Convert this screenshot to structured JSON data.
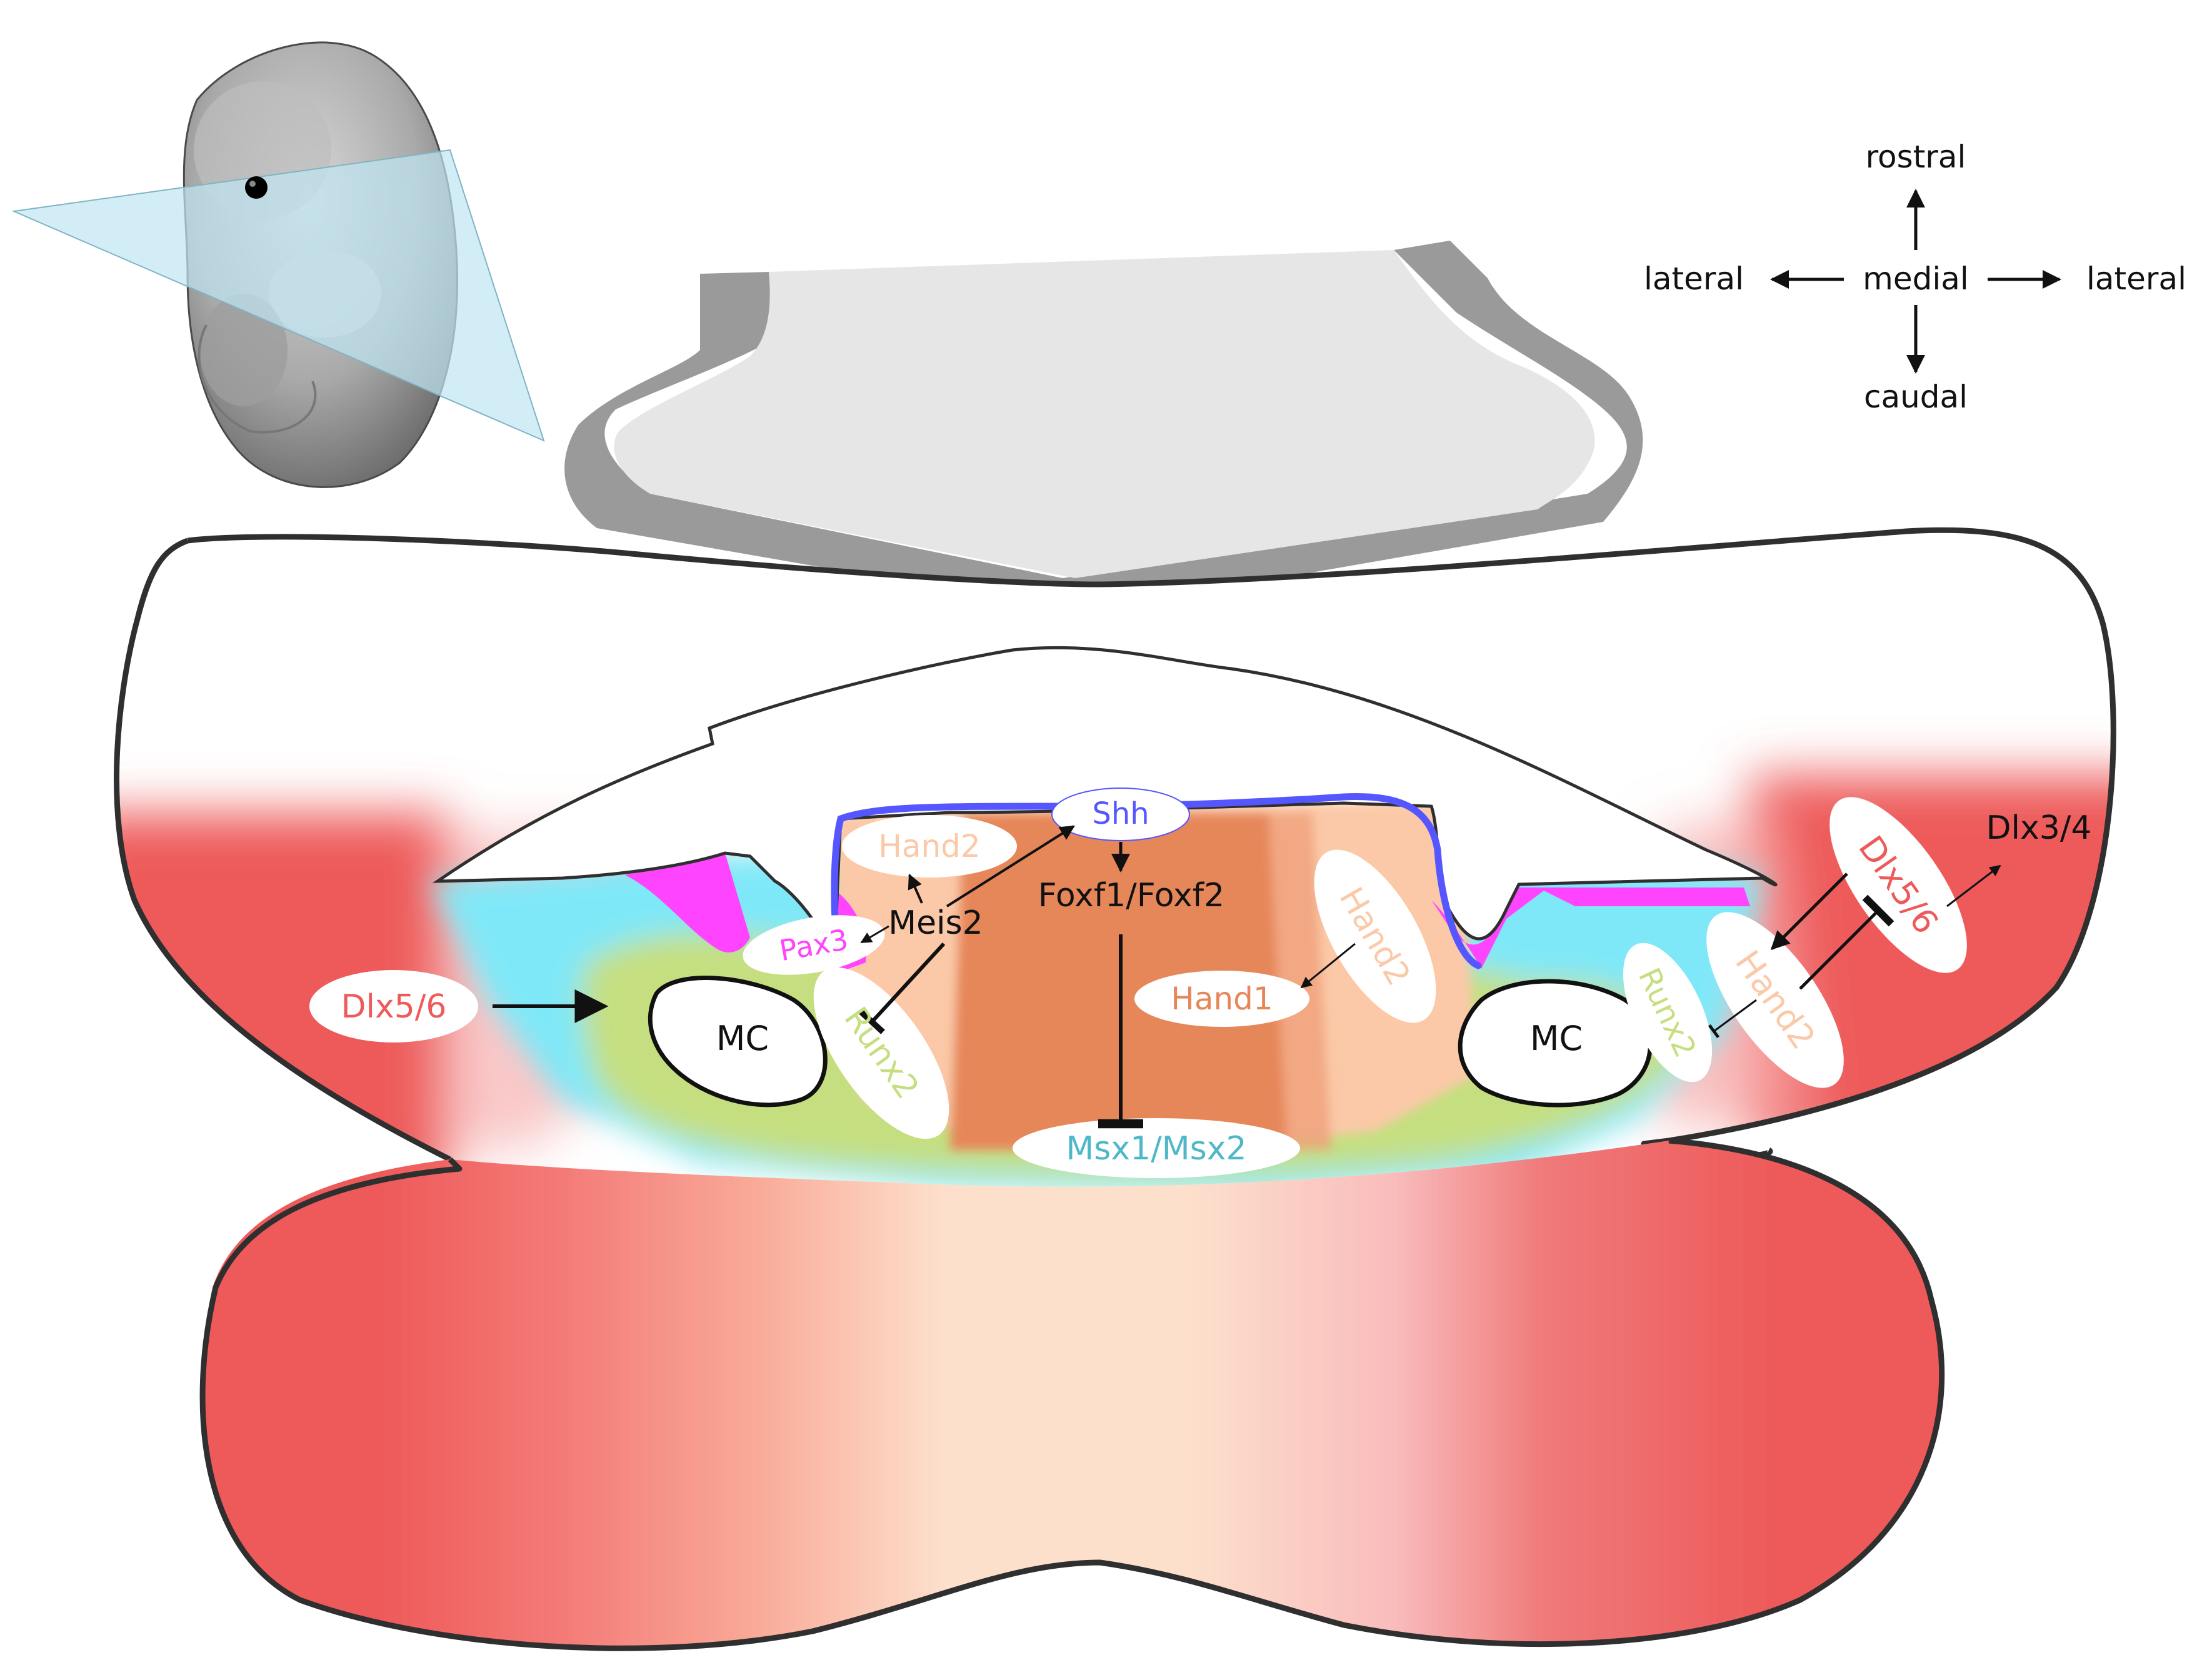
{
  "orientation": {
    "rostral": "rostral",
    "caudal": "caudal",
    "lateral_left": "lateral",
    "medial": "medial",
    "lateral_right": "lateral"
  },
  "labels": {
    "shh": "Shh",
    "foxf": "Foxf1/Foxf2",
    "hand2_top": "Hand2",
    "meis2": "Meis2",
    "pax3": "Pax3",
    "runx2_left": "Runx2",
    "dlx56_left": "Dlx5/6",
    "mc_left": "MC",
    "mc_right": "MC",
    "hand1": "Hand1",
    "hand2_center": "Hand2",
    "msx": "Msx1/Msx2",
    "dlx56_right": "Dlx5/6",
    "dlx34": "Dlx3/4",
    "hand2_right": "Hand2",
    "runx2_right": "Runx2"
  },
  "colors": {
    "dlx_red": "#ee5a5a",
    "hand2_peach": "#fbc9a7",
    "hand1_orange": "#e6875a",
    "msx_cyan": "#7fe8f8",
    "runx2_green": "#c5df80",
    "pax3_magenta": "#ff44ff",
    "shh_blue": "#5656ff",
    "outline": "#2f2f2f",
    "tongue_fill": "#e6e6e6",
    "tongue_rim": "#9a9a9a",
    "plane_blue": "#bfe6f2"
  }
}
